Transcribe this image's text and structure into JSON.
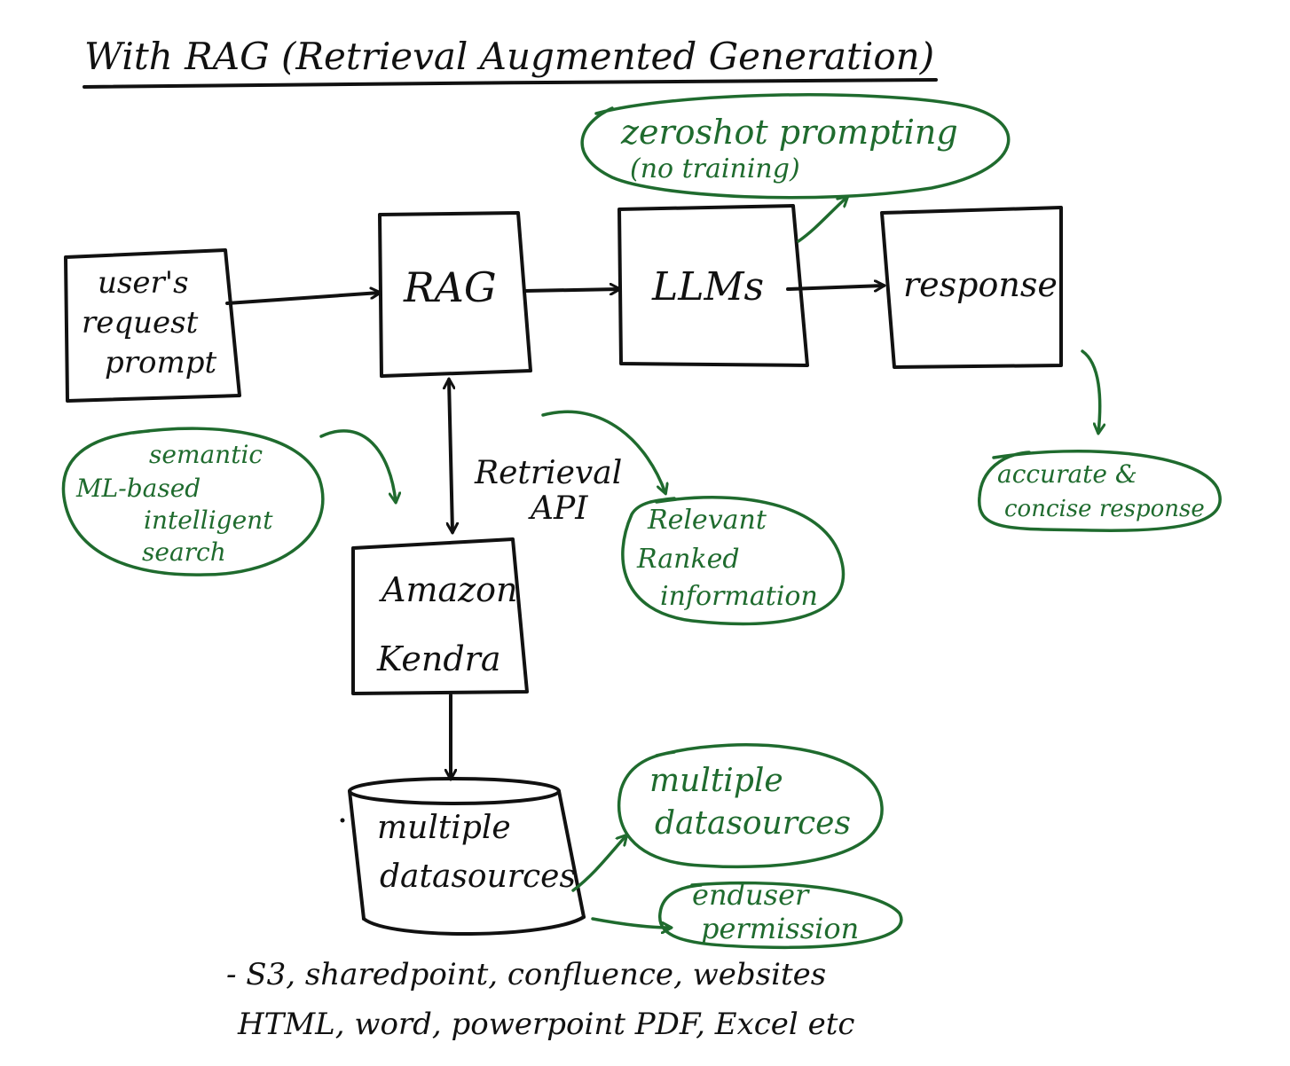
{
  "title": "With RAG (Retrieval Augmented Generation)",
  "colors": {
    "ink": "#111111",
    "note": "#1f6b2e"
  },
  "nodes": {
    "user_prompt": [
      "user's",
      "request",
      "prompt"
    ],
    "rag": "RAG",
    "llms": "LLMs",
    "response": "response",
    "kendra": [
      "Amazon",
      "Kendra"
    ],
    "datasources": [
      "multiple",
      "datasources"
    ]
  },
  "edge_labels": {
    "retrieval_api": [
      "Retrieval",
      "API"
    ]
  },
  "notes": {
    "zeroshot": [
      "zeroshot prompting",
      "(no training)"
    ],
    "semantic": [
      "semantic",
      "ML-based",
      "intelligent",
      "search"
    ],
    "relevant": [
      "Relevant",
      "Ranked",
      "information"
    ],
    "accurate": [
      "accurate &",
      "concise response"
    ],
    "multiple_sources": [
      "multiple",
      "datasources"
    ],
    "enduser": [
      "enduser",
      "permission"
    ]
  },
  "footer": [
    "- S3, sharedpoint, confluence, websites",
    "HTML, word, powerpoint PDF, Excel etc"
  ]
}
